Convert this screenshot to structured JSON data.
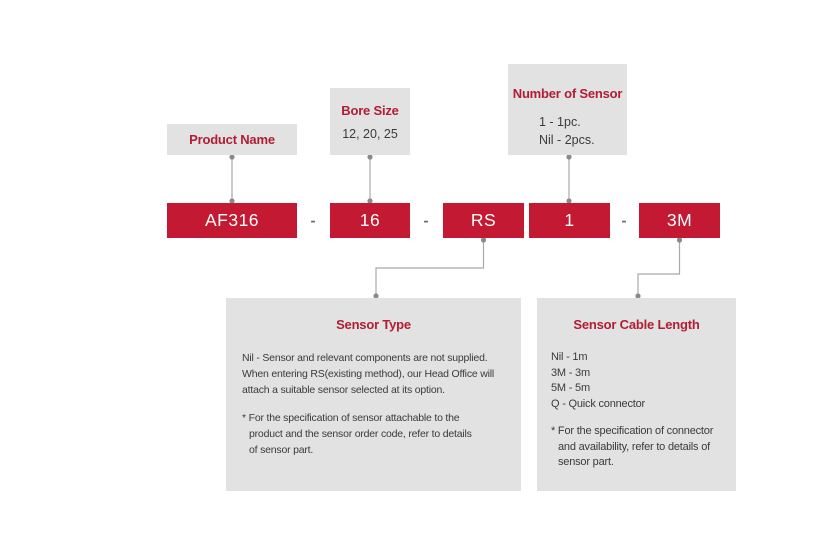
{
  "colors": {
    "code_box_red": "#C31932",
    "title_red": "#B21D33",
    "box_gray": "#E2E2E2",
    "line_gray": "#A9A9A9",
    "dot_gray": "#8A8A8A",
    "text_dark": "#3B3A3C"
  },
  "labels": {
    "product_name": {
      "title": "Product Name"
    },
    "bore_size": {
      "title": "Bore Size",
      "value": "12, 20, 25"
    },
    "number_of_sensor": {
      "title": "Number of Sensor",
      "options": [
        "1 - 1pc.",
        "Nil - 2pcs."
      ]
    }
  },
  "code": {
    "segments": [
      "AF316",
      "16",
      "RS",
      "1",
      "3M"
    ],
    "separator": "-"
  },
  "details": {
    "sensor_type": {
      "title": "Sensor Type",
      "lines": [
        "Nil - Sensor and relevant components are not supplied.",
        "When entering RS(existing method), our Head Office will",
        "attach a suitable sensor selected at its option."
      ],
      "note_lines": [
        "* For the specification of sensor attachable to the",
        "product and the sensor order code, refer to details",
        "of sensor part."
      ]
    },
    "sensor_cable_length": {
      "title": "Sensor Cable Length",
      "options": [
        "Nil - 1m",
        "3M - 3m",
        "5M - 5m",
        "Q - Quick connector"
      ],
      "note_lines": [
        "* For the specification of connector",
        "and availability, refer to details of",
        "sensor part."
      ]
    }
  }
}
